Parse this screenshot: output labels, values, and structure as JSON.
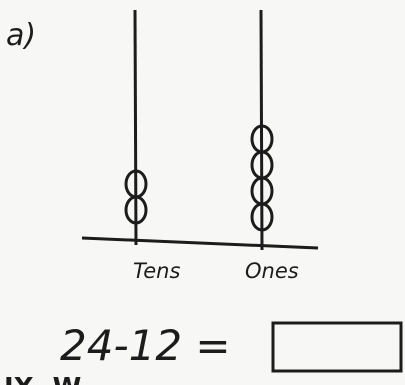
{
  "question_label": "a)",
  "abacus": {
    "rods": [
      {
        "label": "Tens",
        "beads": 2
      },
      {
        "label": "Ones",
        "beads": 4
      }
    ]
  },
  "equation": {
    "text": "24-12 =",
    "answer": ""
  },
  "cut_off_text": "IX. W",
  "ink_color": "#1c1c1c",
  "background_color": "#f7f7f5"
}
